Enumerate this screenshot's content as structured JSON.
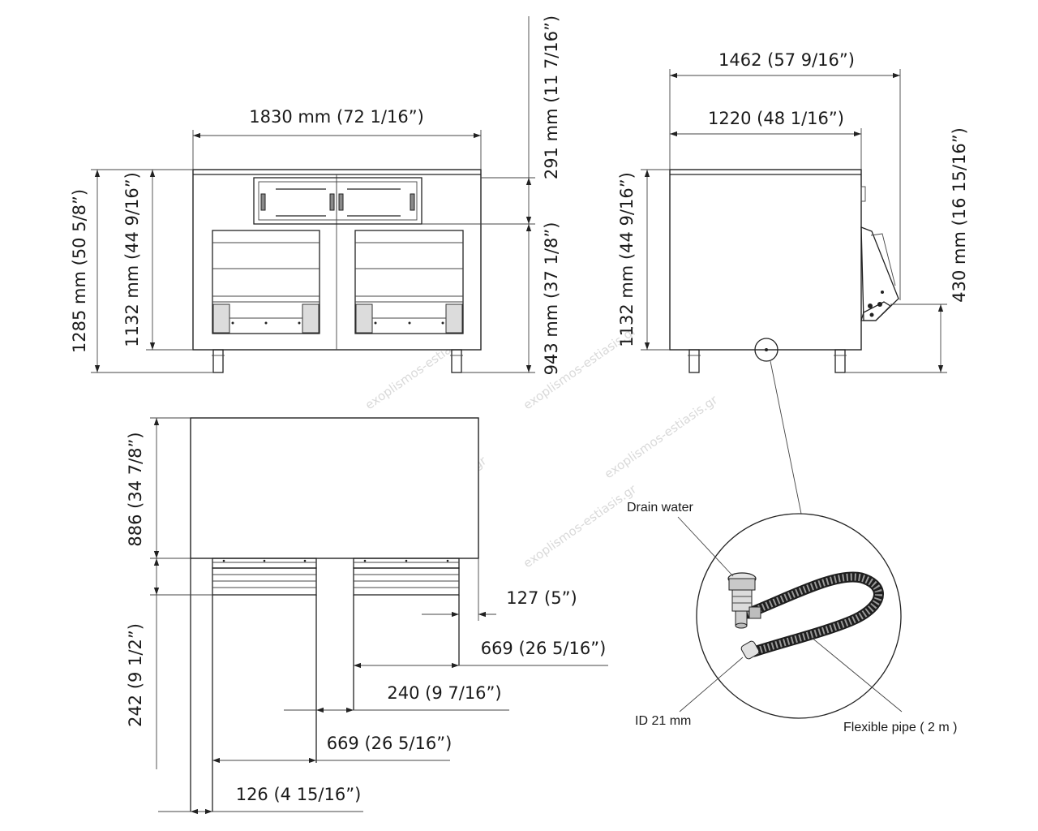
{
  "front_view": {
    "width": "1830 mm (72 1/16”)",
    "height_total": "1285 mm (50 5/8”)",
    "height_body": "1132 mm (44 9/16”)",
    "top_opening": "291 mm (11 7/16”)",
    "lower_height": "943 mm (37 1/8”)"
  },
  "side_view": {
    "depth_total": "1462 (57 9/16”)",
    "depth_body": "1220 (48 1/16”)",
    "height_body": "1132 mm (44 9/16”)",
    "drain_height": "430 mm (16 15/16”)"
  },
  "plan_view": {
    "depth": "886 (34 7/8”)",
    "door_depth": "242 (9 1/2”)",
    "right_offset": "127 (5”)",
    "right_width": "669 (26 5/16”)",
    "center_gap": "240 (9 7/16”)",
    "left_width": "669 (26 5/16”)",
    "left_offset": "126 (4 15/16”)"
  },
  "detail": {
    "drain_water": "Drain water",
    "id_label": "ID 21 mm",
    "pipe_label": "Flexible pipe ( 2 m )"
  },
  "watermark": "exoplismos-estiasis.gr"
}
